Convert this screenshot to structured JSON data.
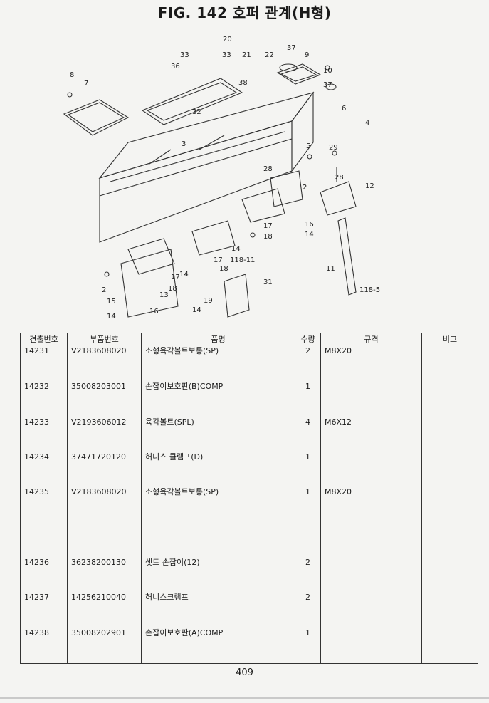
{
  "title": "FIG. 142 호퍼 관계(H형)",
  "page_number": "409",
  "diagram": {
    "callouts": [
      "20",
      "33",
      "21",
      "22",
      "37",
      "9",
      "10",
      "37",
      "36",
      "38",
      "8",
      "7",
      "32",
      "6",
      "4",
      "3",
      "5",
      "29",
      "28",
      "28",
      "2",
      "12",
      "16",
      "14",
      "17",
      "18",
      "14",
      "17",
      "18",
      "118-11",
      "13",
      "14",
      "16",
      "15",
      "14",
      "19",
      "31",
      "11",
      "118-5",
      "2",
      "14"
    ]
  },
  "table": {
    "headers": [
      "견출번호",
      "부품번호",
      "품명",
      "수량",
      "규격",
      "비고"
    ],
    "rows": [
      {
        "no": "14231",
        "part": "V2183608020",
        "name": "소형육각볼트보통(SP)",
        "qty": "2",
        "spec": "M8X20",
        "note": ""
      },
      {
        "no": "14232",
        "part": "35008203001",
        "name": "손잡이보호판(B)COMP",
        "qty": "1",
        "spec": "",
        "note": ""
      },
      {
        "no": "14233",
        "part": "V2193606012",
        "name": "육각볼트(SPL)",
        "qty": "4",
        "spec": "M6X12",
        "note": ""
      },
      {
        "no": "14234",
        "part": "37471720120",
        "name": "허니스 클램프(D)",
        "qty": "1",
        "spec": "",
        "note": ""
      },
      {
        "no": "14235",
        "part": "V2183608020",
        "name": "소형육각볼트보통(SP)",
        "qty": "1",
        "spec": "M8X20",
        "note": ""
      },
      {
        "no": "",
        "part": "",
        "name": "",
        "qty": "",
        "spec": "",
        "note": ""
      },
      {
        "no": "14236",
        "part": "36238200130",
        "name": "셋트 손잡이(12)",
        "qty": "2",
        "spec": "",
        "note": ""
      },
      {
        "no": "14237",
        "part": "14256210040",
        "name": "허니스크램프",
        "qty": "2",
        "spec": "",
        "note": ""
      },
      {
        "no": "14238",
        "part": "35008202901",
        "name": "손잡이보호판(A)COMP",
        "qty": "1",
        "spec": "",
        "note": ""
      }
    ]
  }
}
